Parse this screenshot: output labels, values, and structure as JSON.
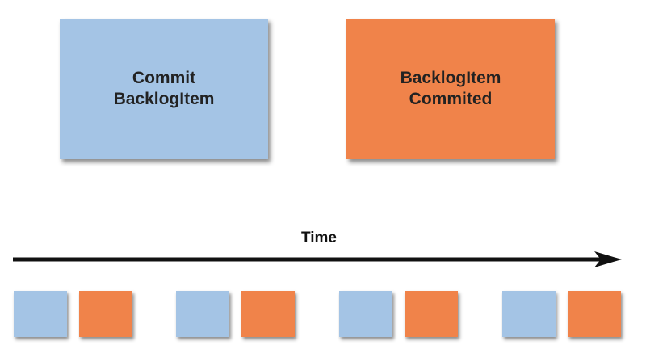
{
  "colors": {
    "command": "#a4c4e5",
    "event": "#f0834a",
    "arrow": "#111111"
  },
  "command_card": {
    "line1": "Commit",
    "line2": "BacklogItem"
  },
  "event_card": {
    "line1": "BacklogItem",
    "line2": "Commited"
  },
  "timeline": {
    "label": "Time"
  },
  "sequence": [
    "command",
    "event",
    "command",
    "event",
    "command",
    "event",
    "command",
    "event"
  ]
}
